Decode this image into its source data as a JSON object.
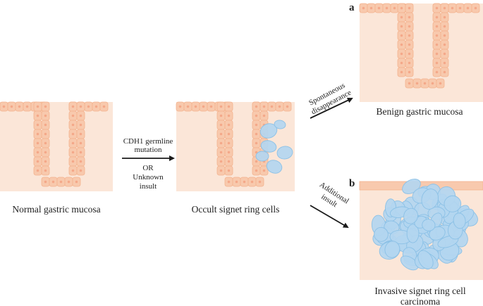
{
  "panels": {
    "normal": {
      "caption": "Normal gastric mucosa"
    },
    "occult": {
      "caption": "Occult signet ring cells"
    },
    "benign": {
      "letter": "a",
      "caption": "Benign gastric mucosa"
    },
    "invasive": {
      "letter": "b",
      "caption_line1": "Invasive signet ring cell",
      "caption_line2": "carcinoma"
    }
  },
  "arrows": {
    "cause": {
      "line1": "CDH1 germline",
      "line2": "mutation",
      "line3": "OR",
      "line4": "Unknown",
      "line5": "insult"
    },
    "to_benign": {
      "line1": "Spontaneous",
      "line2": "disappearance"
    },
    "to_invasive": {
      "line1": "Additional",
      "line2": "insult"
    }
  },
  "colors": {
    "tissue": "#fbe6d8",
    "cell": "#f8c9ad",
    "cell_border": "#f3b38f",
    "nucleus": "#f4a889",
    "signet": "#b3d6f0",
    "signet_border": "#8cc1e6",
    "arrow": "#1a1a1a"
  }
}
